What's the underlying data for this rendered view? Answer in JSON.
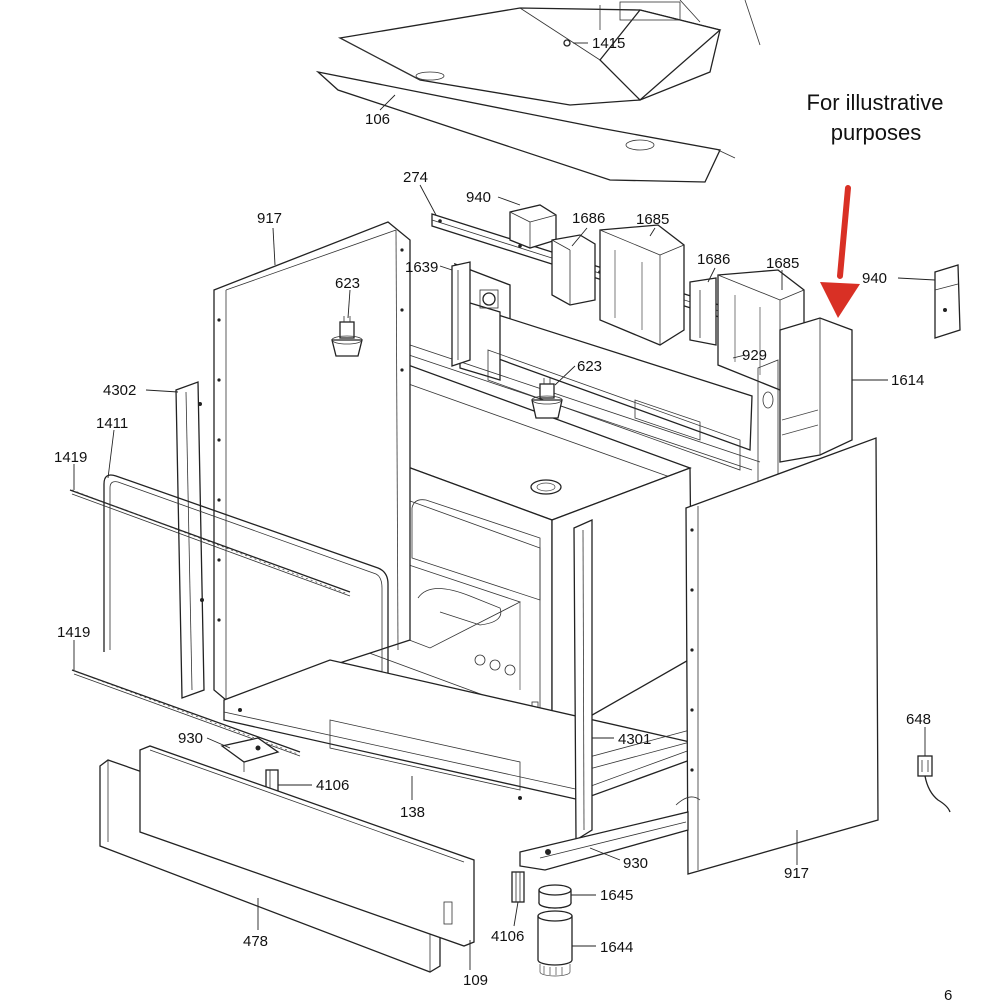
{
  "note": {
    "line1": "For illustrative",
    "line2": "purposes"
  },
  "arrow_color": "#d93025",
  "parts": {
    "p1415": "1415",
    "p106": "106",
    "p274": "274",
    "p940_top": "940",
    "p1686_a": "1686",
    "p1685_a": "1685",
    "p917_left": "917",
    "p1639": "1639",
    "p1686_b": "1686",
    "p1685_b": "1685",
    "p940_right": "940",
    "p623_left": "623",
    "p929": "929",
    "p623_center": "623",
    "p1614": "1614",
    "p4302": "4302",
    "p1411": "1411",
    "p1419_top": "1419",
    "p1419_bottom": "1419",
    "p648": "648",
    "p930_left": "930",
    "p4301": "4301",
    "p4106_left": "4106",
    "p138": "138",
    "p930_bottom": "930",
    "p917_right": "917",
    "p1645": "1645",
    "p4106_bottom": "4106",
    "p478": "478",
    "p1644": "1644",
    "p109": "109",
    "page_mark": "6"
  }
}
